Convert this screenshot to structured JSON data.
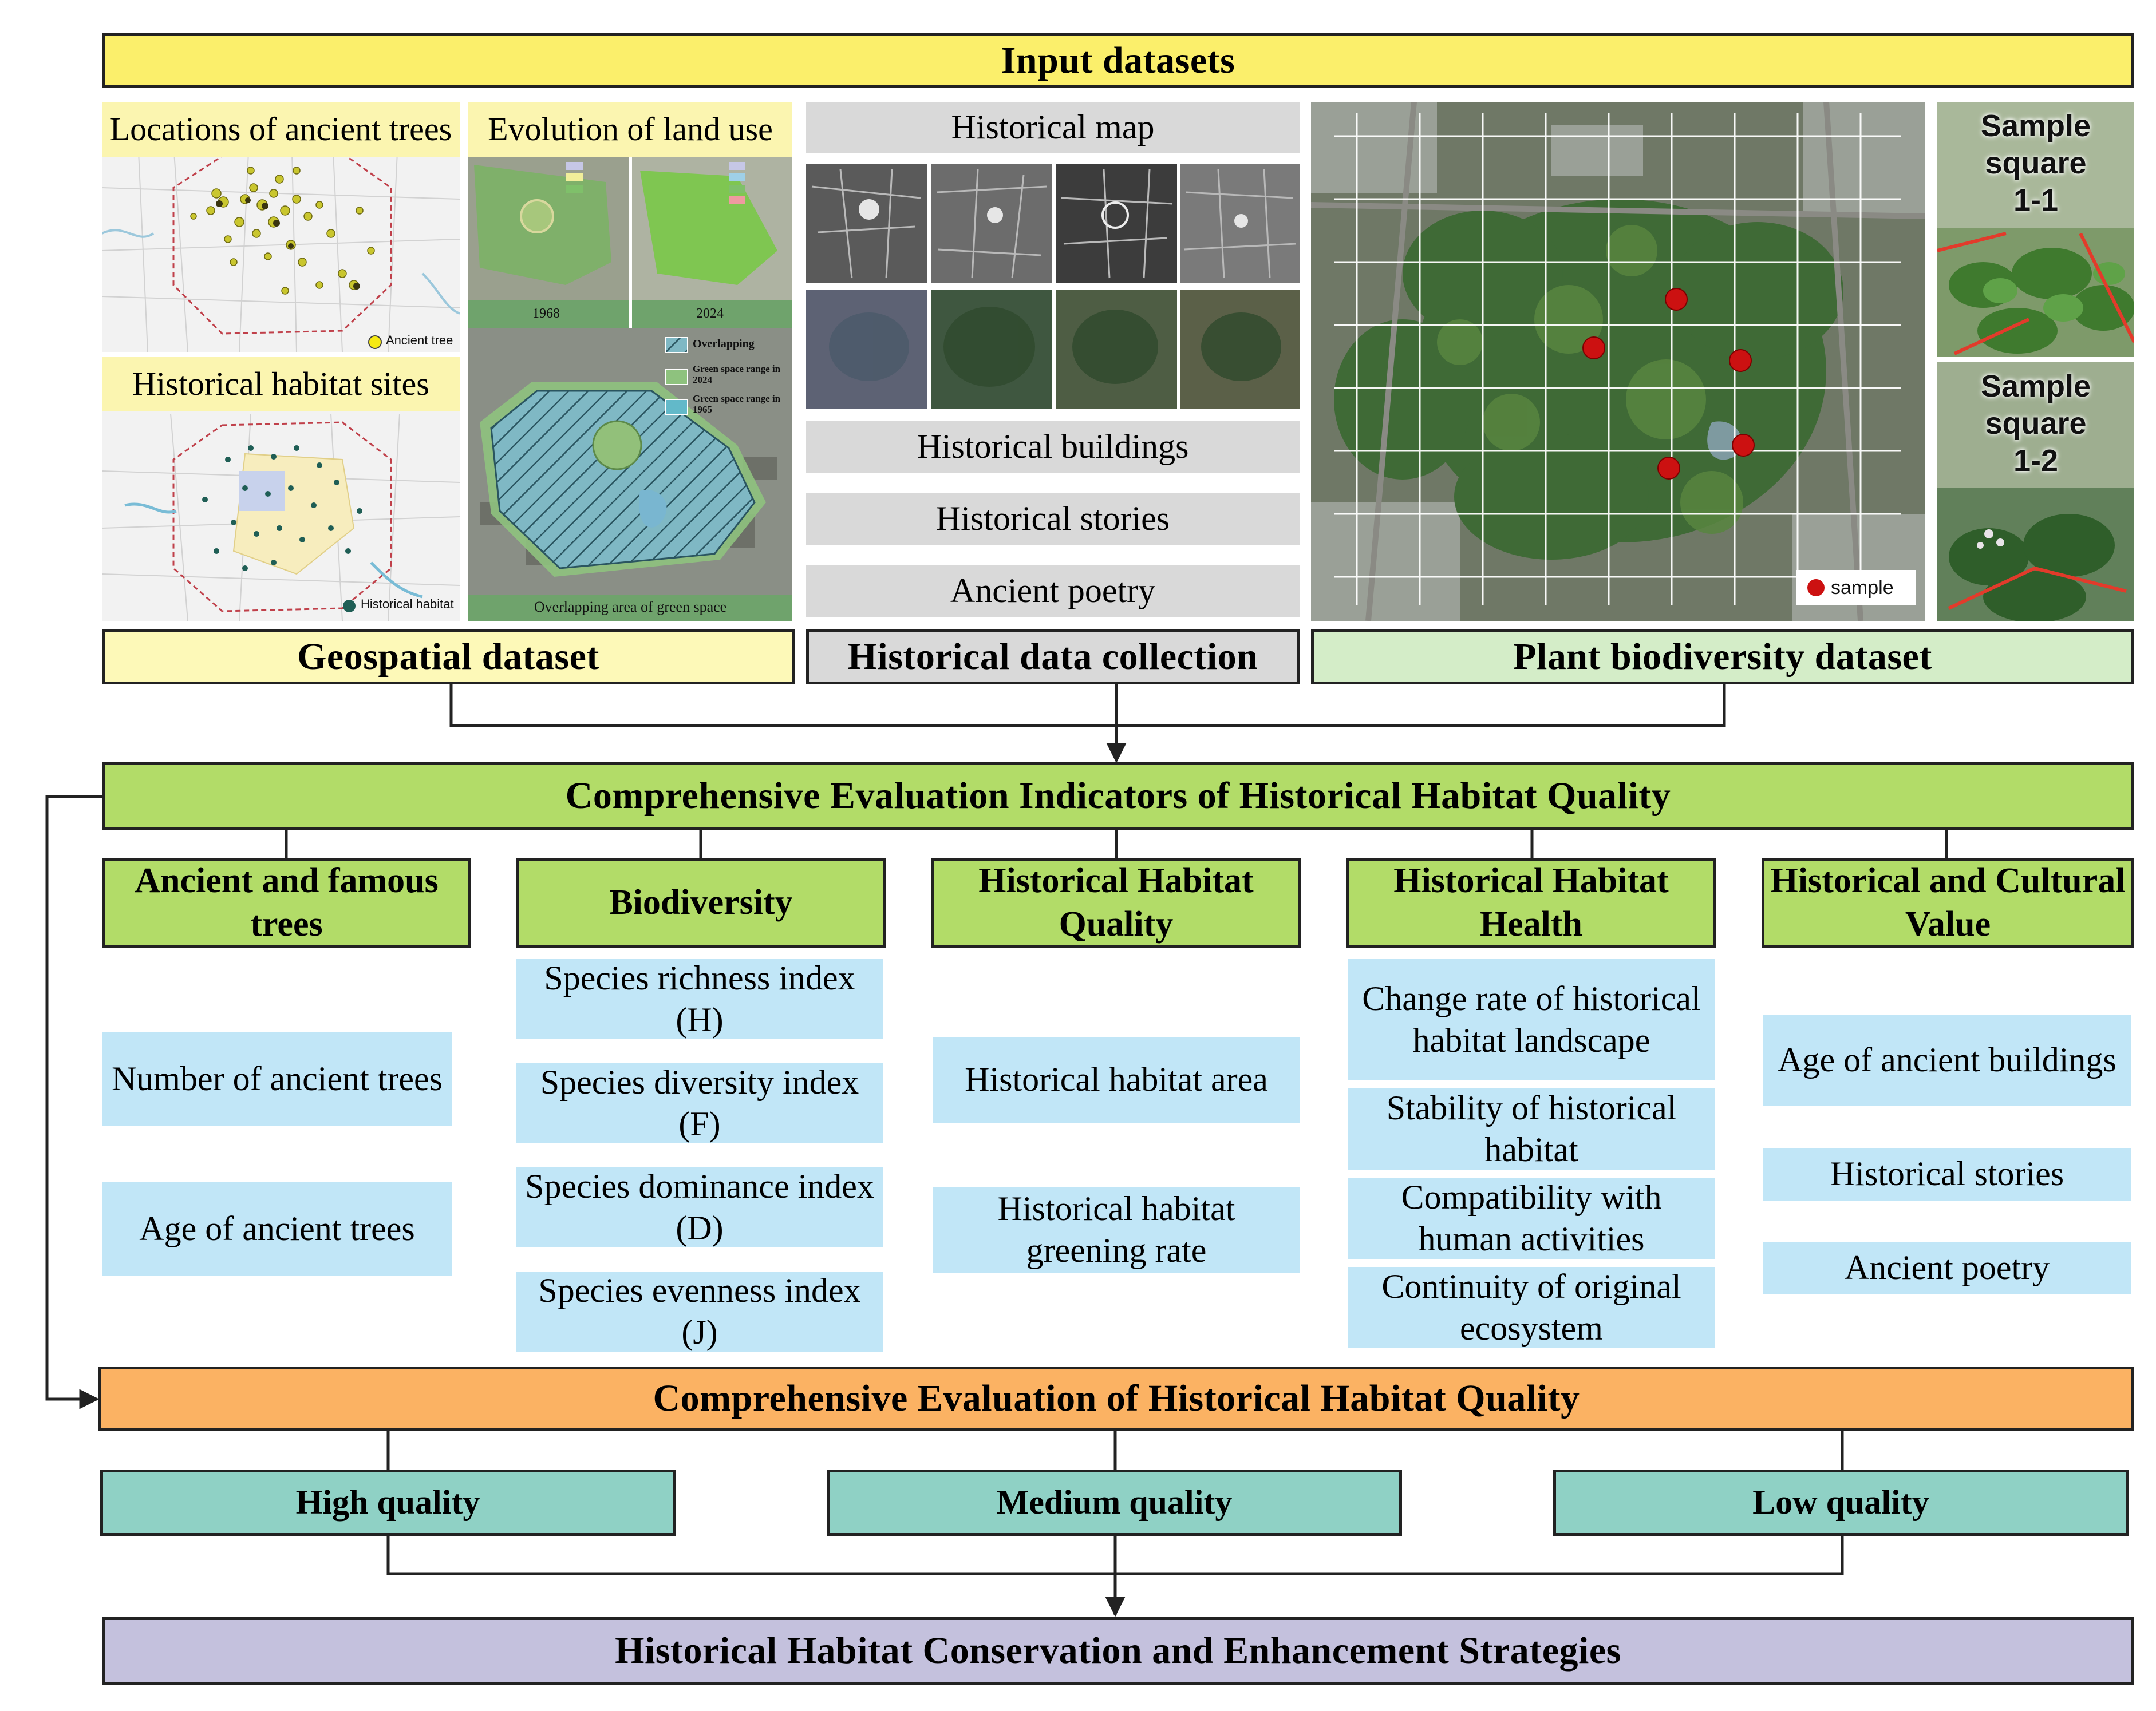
{
  "input_datasets": {
    "title": "Input datasets",
    "geospatial": {
      "label": "Geospatial dataset",
      "ancient_trees_title": "Locations of ancient trees",
      "ancient_trees_legend": "Ancient tree",
      "habitat_sites_title": "Historical habitat sites",
      "habitat_sites_legend": "Historical habitat",
      "land_use_title": "Evolution of land use",
      "year_left": "1968",
      "year_right": "2024",
      "legend_overlapping": "Overlapping",
      "legend_green_2024": "Green space range in 2024",
      "legend_green_1965": "Green space range in 1965",
      "overlap_caption": "Overlapping area of green space"
    },
    "historical": {
      "label": "Historical data collection",
      "items": [
        "Historical map",
        "Historical buildings",
        "Historical stories",
        "Ancient poetry"
      ]
    },
    "plant": {
      "label": "Plant biodiversity dataset",
      "sample_legend": "sample",
      "square_1": "Sample square 1-1",
      "square_2": "Sample square 1-2"
    }
  },
  "indicators": {
    "title": "Comprehensive Evaluation Indicators of Historical Habitat Quality",
    "categories": [
      {
        "name": "Ancient and famous trees",
        "items": [
          "Number of ancient trees",
          "Age of ancient trees"
        ]
      },
      {
        "name": "Biodiversity",
        "items": [
          "Species richness index (H)",
          "Species diversity index (F)",
          "Species dominance index (D)",
          "Species evenness index (J)"
        ]
      },
      {
        "name": "Historical Habitat Quality",
        "items": [
          "Historical habitat area",
          "Historical habitat greening rate"
        ]
      },
      {
        "name": "Historical Habitat Health",
        "items": [
          "Change rate of historical habitat landscape",
          "Stability of historical habitat",
          "Compatibility with human activities",
          "Continuity of original ecosystem"
        ]
      },
      {
        "name": "Historical and Cultural Value",
        "items": [
          "Age of ancient buildings",
          "Historical stories",
          "Ancient poetry"
        ]
      }
    ]
  },
  "evaluation": {
    "title": "Comprehensive Evaluation of Historical Habitat Quality",
    "levels": [
      "High quality",
      "Medium quality",
      "Low quality"
    ]
  },
  "strategies": {
    "title": "Historical Habitat Conservation and Enhancement Strategies"
  },
  "colors": {
    "yellow": "#fbef6b",
    "pale_yellow": "#fdf9b8",
    "grey": "#d9d9d9",
    "pale_green": "#d4edc8",
    "category_green": "#b2dc68",
    "indicator_blue": "#c1e6f7",
    "orange": "#fbb263",
    "teal": "#8fd1c5",
    "lavender": "#c4c1dd",
    "sample_red": "#cc1111"
  }
}
